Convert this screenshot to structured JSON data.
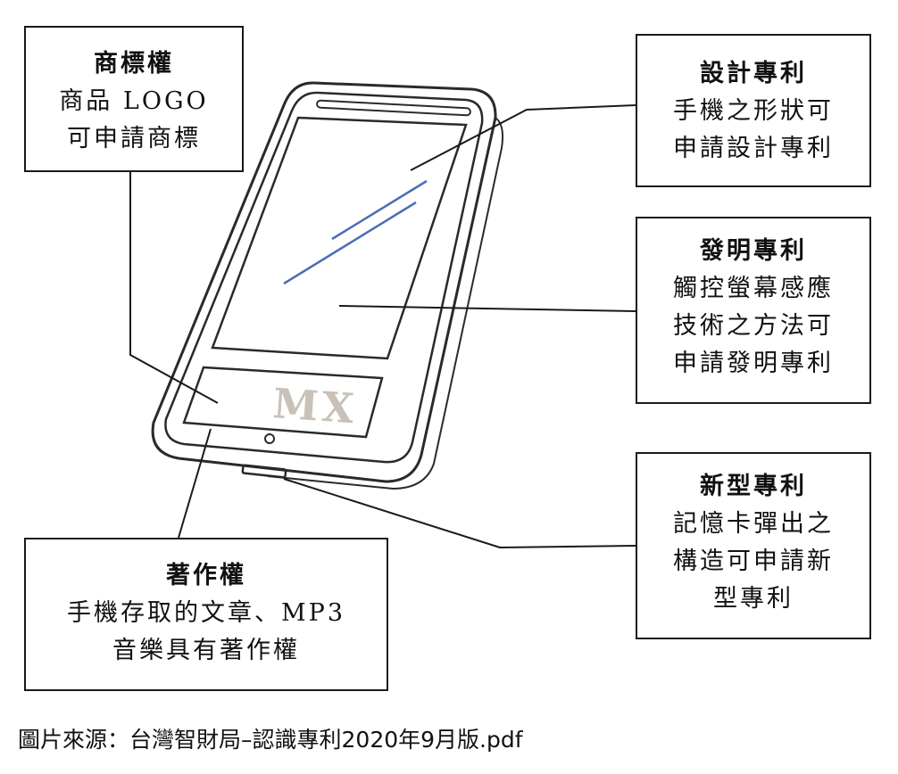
{
  "boxes": {
    "trademark": {
      "title": "商標權",
      "lines": [
        "商品 LOGO",
        "可申請商標"
      ]
    },
    "design": {
      "title": "設計專利",
      "lines": [
        "手機之形狀可",
        "申請設計專利"
      ]
    },
    "invention": {
      "title": "發明專利",
      "lines": [
        "觸控螢幕感應",
        "技術之方法可",
        "申請發明專利"
      ]
    },
    "utility": {
      "title": "新型專利",
      "lines": [
        "記憶卡彈出之",
        "構造可申請新",
        "型專利"
      ]
    },
    "copyright": {
      "title": "著作權",
      "lines": [
        "手機存取的文章、MP3",
        "音樂具有著作權"
      ]
    }
  },
  "phone": {
    "logo_text": "MX",
    "line_color": "#2a2a2a",
    "accent_color": "#4a6fb5"
  },
  "source_caption": "圖片來源：台灣智財局–認識專利2020年9月版.pdf"
}
